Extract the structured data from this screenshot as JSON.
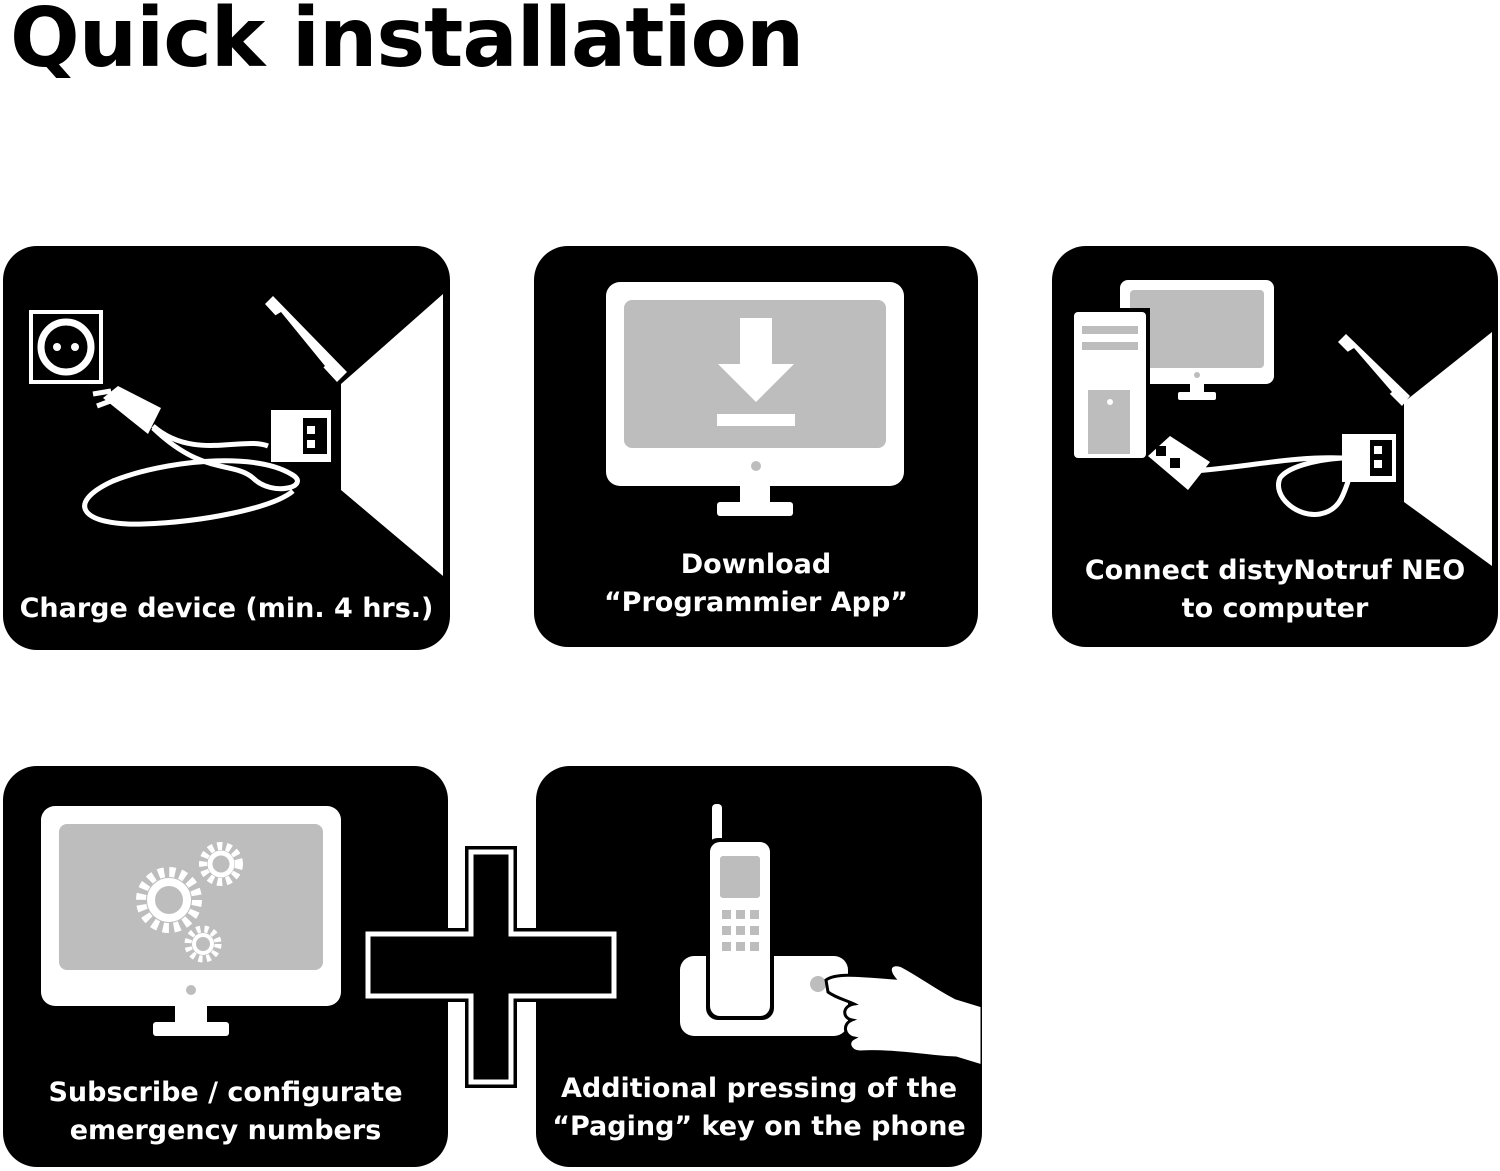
{
  "title": "Quick installation",
  "colors": {
    "background": "#ffffff",
    "tile": "#000000",
    "icon": "#ffffff",
    "screen": "#bdbdbd"
  },
  "steps": [
    {
      "caption_lines": [
        "Charge device (min. 4 hrs.)"
      ],
      "icons": [
        "power-socket-icon",
        "charger-cable-icon",
        "device-cradle-icon"
      ]
    },
    {
      "caption_lines": [
        "Download",
        "“Programmier App”"
      ],
      "icons": [
        "monitor-download-icon"
      ]
    },
    {
      "caption_lines": [
        "Connect distyNotruf NEO",
        "to computer"
      ],
      "icons": [
        "desktop-computer-icon",
        "usb-cable-icon",
        "device-cradle-icon"
      ]
    },
    {
      "caption_lines": [
        "Subscribe / configurate",
        "emergency numbers"
      ],
      "icons": [
        "monitor-gears-icon"
      ]
    },
    {
      "caption_lines": [
        "Additional pressing of the",
        "“Paging” key on the phone"
      ],
      "icons": [
        "cordless-phone-icon",
        "pointing-hand-icon"
      ]
    }
  ],
  "connector": {
    "icon": "plus-icon"
  }
}
